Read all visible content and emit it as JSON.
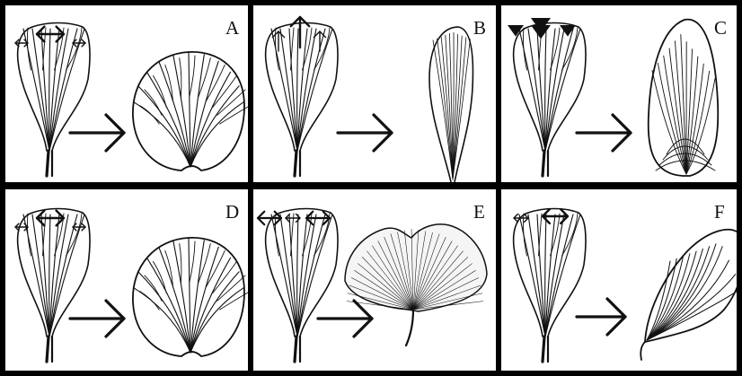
{
  "figure": {
    "panels": [
      {
        "id": "a",
        "label": "A",
        "growth": "lateral",
        "result": "fan"
      },
      {
        "id": "b",
        "label": "B",
        "growth": "apical",
        "result": "narrow-elongate"
      },
      {
        "id": "c",
        "label": "C",
        "growth": "apical-arrest",
        "result": "elongate-apical-arches"
      },
      {
        "id": "d",
        "label": "D",
        "growth": "lateral",
        "result": "fan"
      },
      {
        "id": "e",
        "label": "E",
        "growth": "lateral-unequal",
        "result": "ginkgo-bilobed"
      },
      {
        "id": "f",
        "label": "F",
        "growth": "asymmetric-lateral",
        "result": "asymmetric-curved"
      }
    ],
    "colors": {
      "background": "#000000",
      "panel": "#ffffff",
      "ink": "#111111"
    }
  }
}
